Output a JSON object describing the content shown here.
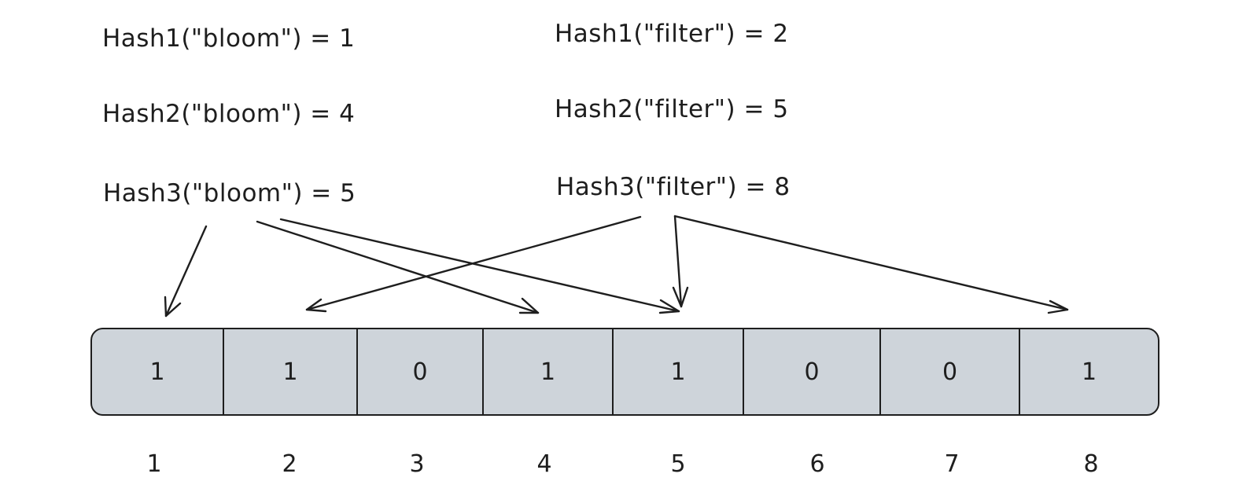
{
  "hashes": {
    "bloom": [
      {
        "label": "Hash1(\"bloom\") = 1"
      },
      {
        "label": "Hash2(\"bloom\") = 4"
      },
      {
        "label": "Hash3(\"bloom\") = 5"
      }
    ],
    "filter": [
      {
        "label": "Hash1(\"filter\") = 2"
      },
      {
        "label": "Hash2(\"filter\") = 5"
      },
      {
        "label": "Hash3(\"filter\") = 8"
      }
    ]
  },
  "bits": [
    "1",
    "1",
    "0",
    "1",
    "1",
    "0",
    "0",
    "1"
  ],
  "indices": [
    "1",
    "2",
    "3",
    "4",
    "5",
    "6",
    "7",
    "8"
  ],
  "colors": {
    "cell_fill": "#ced4da",
    "stroke": "#1e1e1e"
  }
}
